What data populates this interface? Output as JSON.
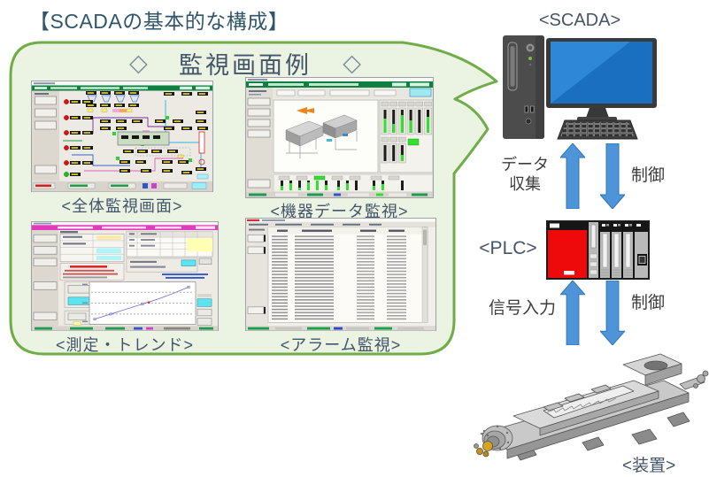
{
  "page": {
    "title": "【SCADAの基本的な構成】"
  },
  "bubble": {
    "diamond": "◇",
    "title": "監視画面例",
    "screens": [
      {
        "caption": "<全体監視画面>"
      },
      {
        "caption": "<機器データ監視>"
      },
      {
        "caption": "<測定・トレンド>"
      },
      {
        "caption": "<アラーム監視>"
      }
    ]
  },
  "nodes": {
    "scada": "<SCADA>",
    "plc": "<PLC>",
    "device": "<装置>"
  },
  "flows": {
    "data_collect": "データ\n収集",
    "control_upper": "制御",
    "signal_input": "信号入力",
    "control_lower": "制御"
  },
  "colors": {
    "bubble_fill": "#EBF3E2",
    "bubble_border": "#70AD47",
    "arrow_blue": "#4F94D8",
    "title_text": "#31566B",
    "label_text": "#44546A",
    "plc_red": "#EE0A0A",
    "monitor_screen_blue": "#1A6FC0",
    "scada_header_green": "#0E8040",
    "trend_header_magenta": "#E23CBE"
  }
}
